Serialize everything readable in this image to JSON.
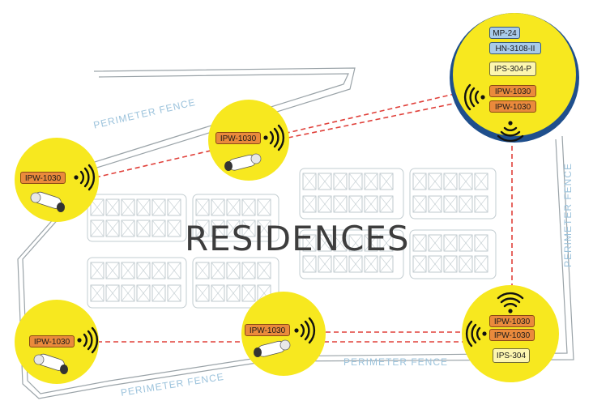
{
  "diagram": {
    "center_label": "RESIDENCES",
    "fence_label": "PERIMETER FENCE",
    "nodes": [
      {
        "id": "top-left",
        "devices": [
          {
            "text": "IPW-1030",
            "color": "orange"
          }
        ],
        "camera": true
      },
      {
        "id": "top-mid",
        "devices": [
          {
            "text": "IPW-1030",
            "color": "orange"
          }
        ],
        "camera": true
      },
      {
        "id": "hub",
        "devices": [
          {
            "text": "MP-24",
            "color": "blue"
          },
          {
            "text": "HN-3108-II",
            "color": "blue"
          },
          {
            "text": "IPS-304-P",
            "color": "pale"
          },
          {
            "text": "IPW-1030",
            "color": "orange"
          },
          {
            "text": "IPW-1030",
            "color": "orange"
          }
        ]
      },
      {
        "id": "bottom-left",
        "devices": [
          {
            "text": "IPW-1030",
            "color": "orange"
          }
        ],
        "camera": true
      },
      {
        "id": "bottom-mid",
        "devices": [
          {
            "text": "IPW-1030",
            "color": "orange"
          }
        ],
        "camera": true
      },
      {
        "id": "bottom-right",
        "devices": [
          {
            "text": "IPW-1030",
            "color": "orange"
          },
          {
            "text": "IPW-1030",
            "color": "orange"
          },
          {
            "text": "IPS-304",
            "color": "pale"
          }
        ]
      }
    ]
  },
  "colors": {
    "circle_fill": "#f7e81f",
    "hub_ring": "#1f4f8c",
    "link_line": "#e0403a",
    "fence": "#9aa3a8",
    "house_stroke": "#b9c4c9"
  }
}
